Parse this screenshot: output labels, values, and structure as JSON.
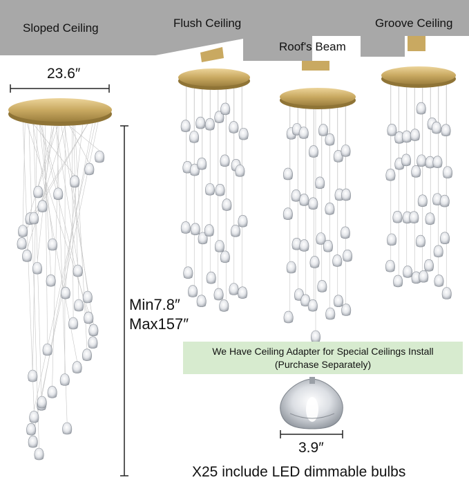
{
  "ceilings": {
    "sloped": "Sloped Ceiling",
    "flush": "Flush Ceiling",
    "beam": "Roof's Beam",
    "groove": "Groove Ceiling"
  },
  "dimensions": {
    "canopy_width": "23.6″",
    "height_min": "Min7.8″",
    "height_max": "Max157″",
    "bulb_width": "3.9″"
  },
  "note": {
    "line1": "We Have Ceiling Adapter for Special Ceilings Install",
    "line2": "(Purchase Separately)"
  },
  "footer": "X25 include LED dimmable bulbs",
  "colors": {
    "ceiling": "#a8a8a8",
    "gold": "#c9a961",
    "note_bg": "#d7ebcf"
  }
}
